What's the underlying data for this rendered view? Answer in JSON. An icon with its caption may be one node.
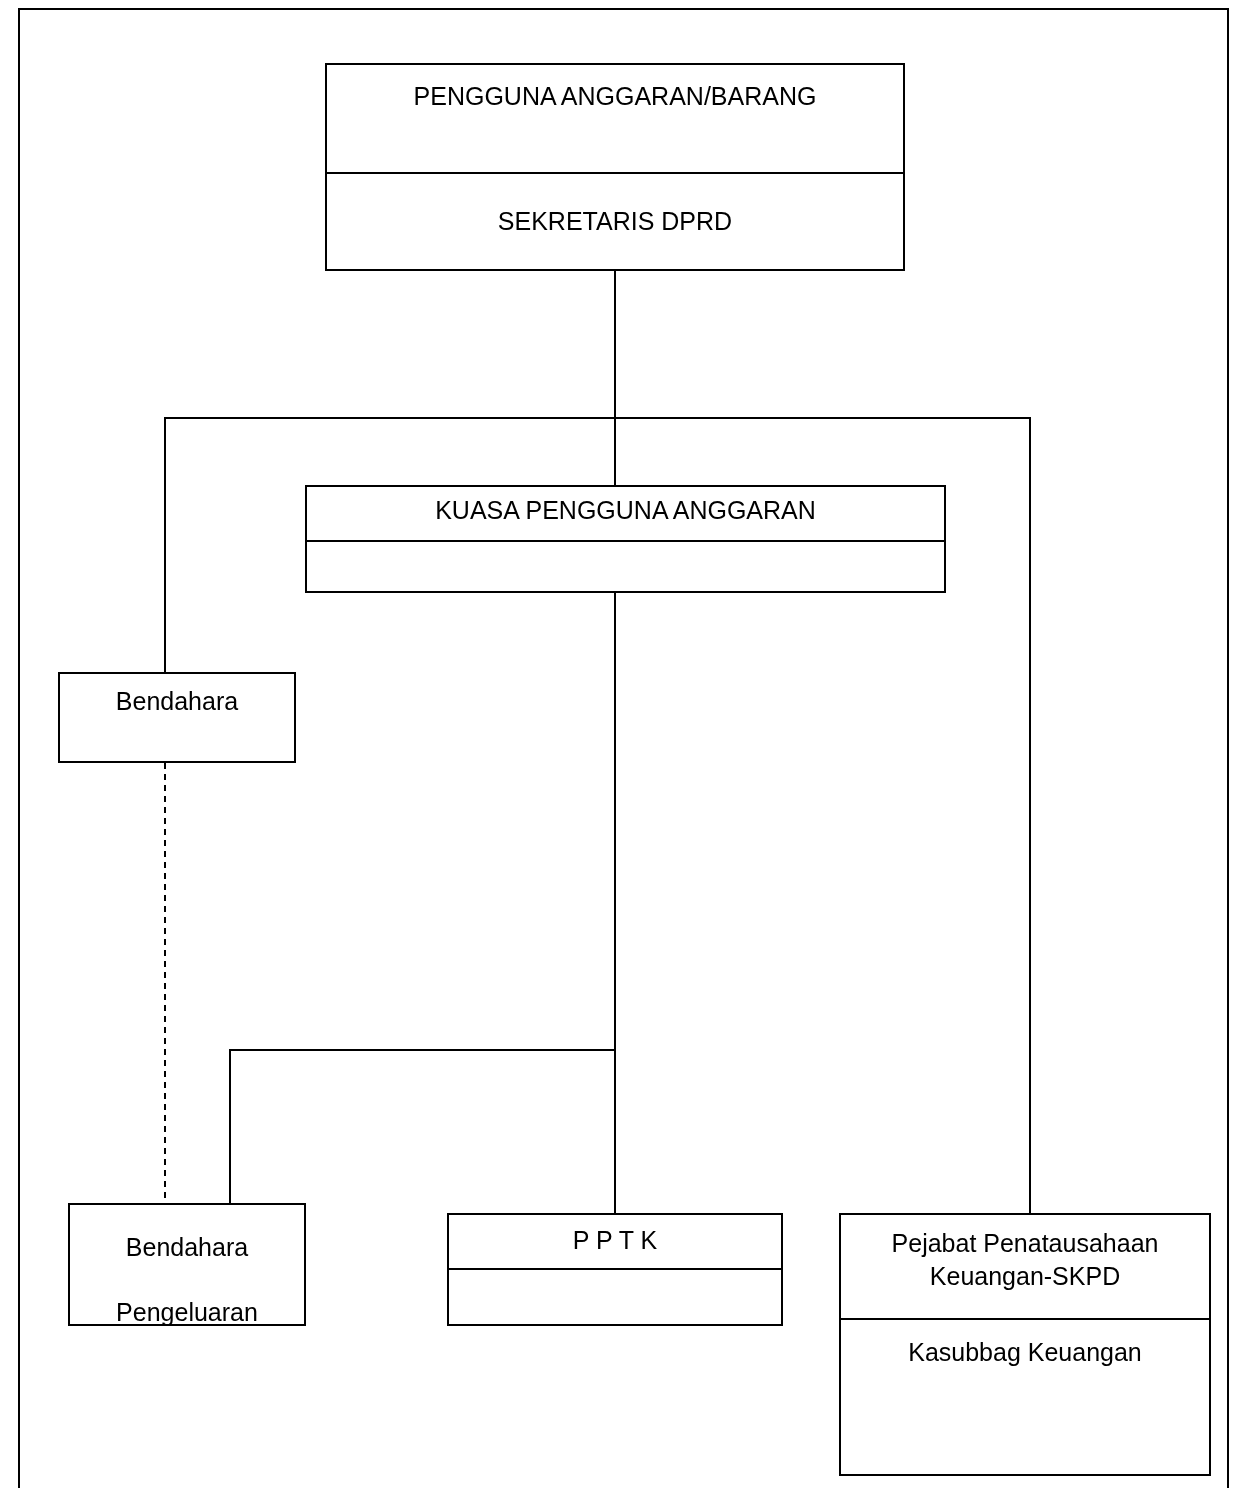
{
  "diagram": {
    "nodes": [
      {
        "text": [
          "PENGGUNA ANGGARAN/BARANG",
          "SEKRETARIS DPRD"
        ]
      },
      {
        "text": [
          "KUASA PENGGUNA ANGGARAN"
        ]
      },
      {
        "text": [
          "Bendahara"
        ]
      },
      {
        "text": [
          "Bendahara Pengeluaran"
        ]
      },
      {
        "text": [
          "P P T K"
        ]
      },
      {
        "text": [
          "Pejabat Penatausahaan Keuangan-SKPD",
          "Kasubbag Keuangan"
        ]
      }
    ],
    "edges": [
      {
        "from": 0,
        "to": 1,
        "arrow": "none"
      },
      {
        "from": 0,
        "to": 2,
        "arrow": "none"
      },
      {
        "from": 0,
        "to": 5,
        "arrow": "none"
      },
      {
        "from": 1,
        "to": 4,
        "arrow": "none"
      },
      {
        "from": 1,
        "to": 3,
        "arrow": "none"
      },
      {
        "from": 2,
        "to": 3,
        "arrow": "none",
        "style": "dashed"
      }
    ]
  }
}
